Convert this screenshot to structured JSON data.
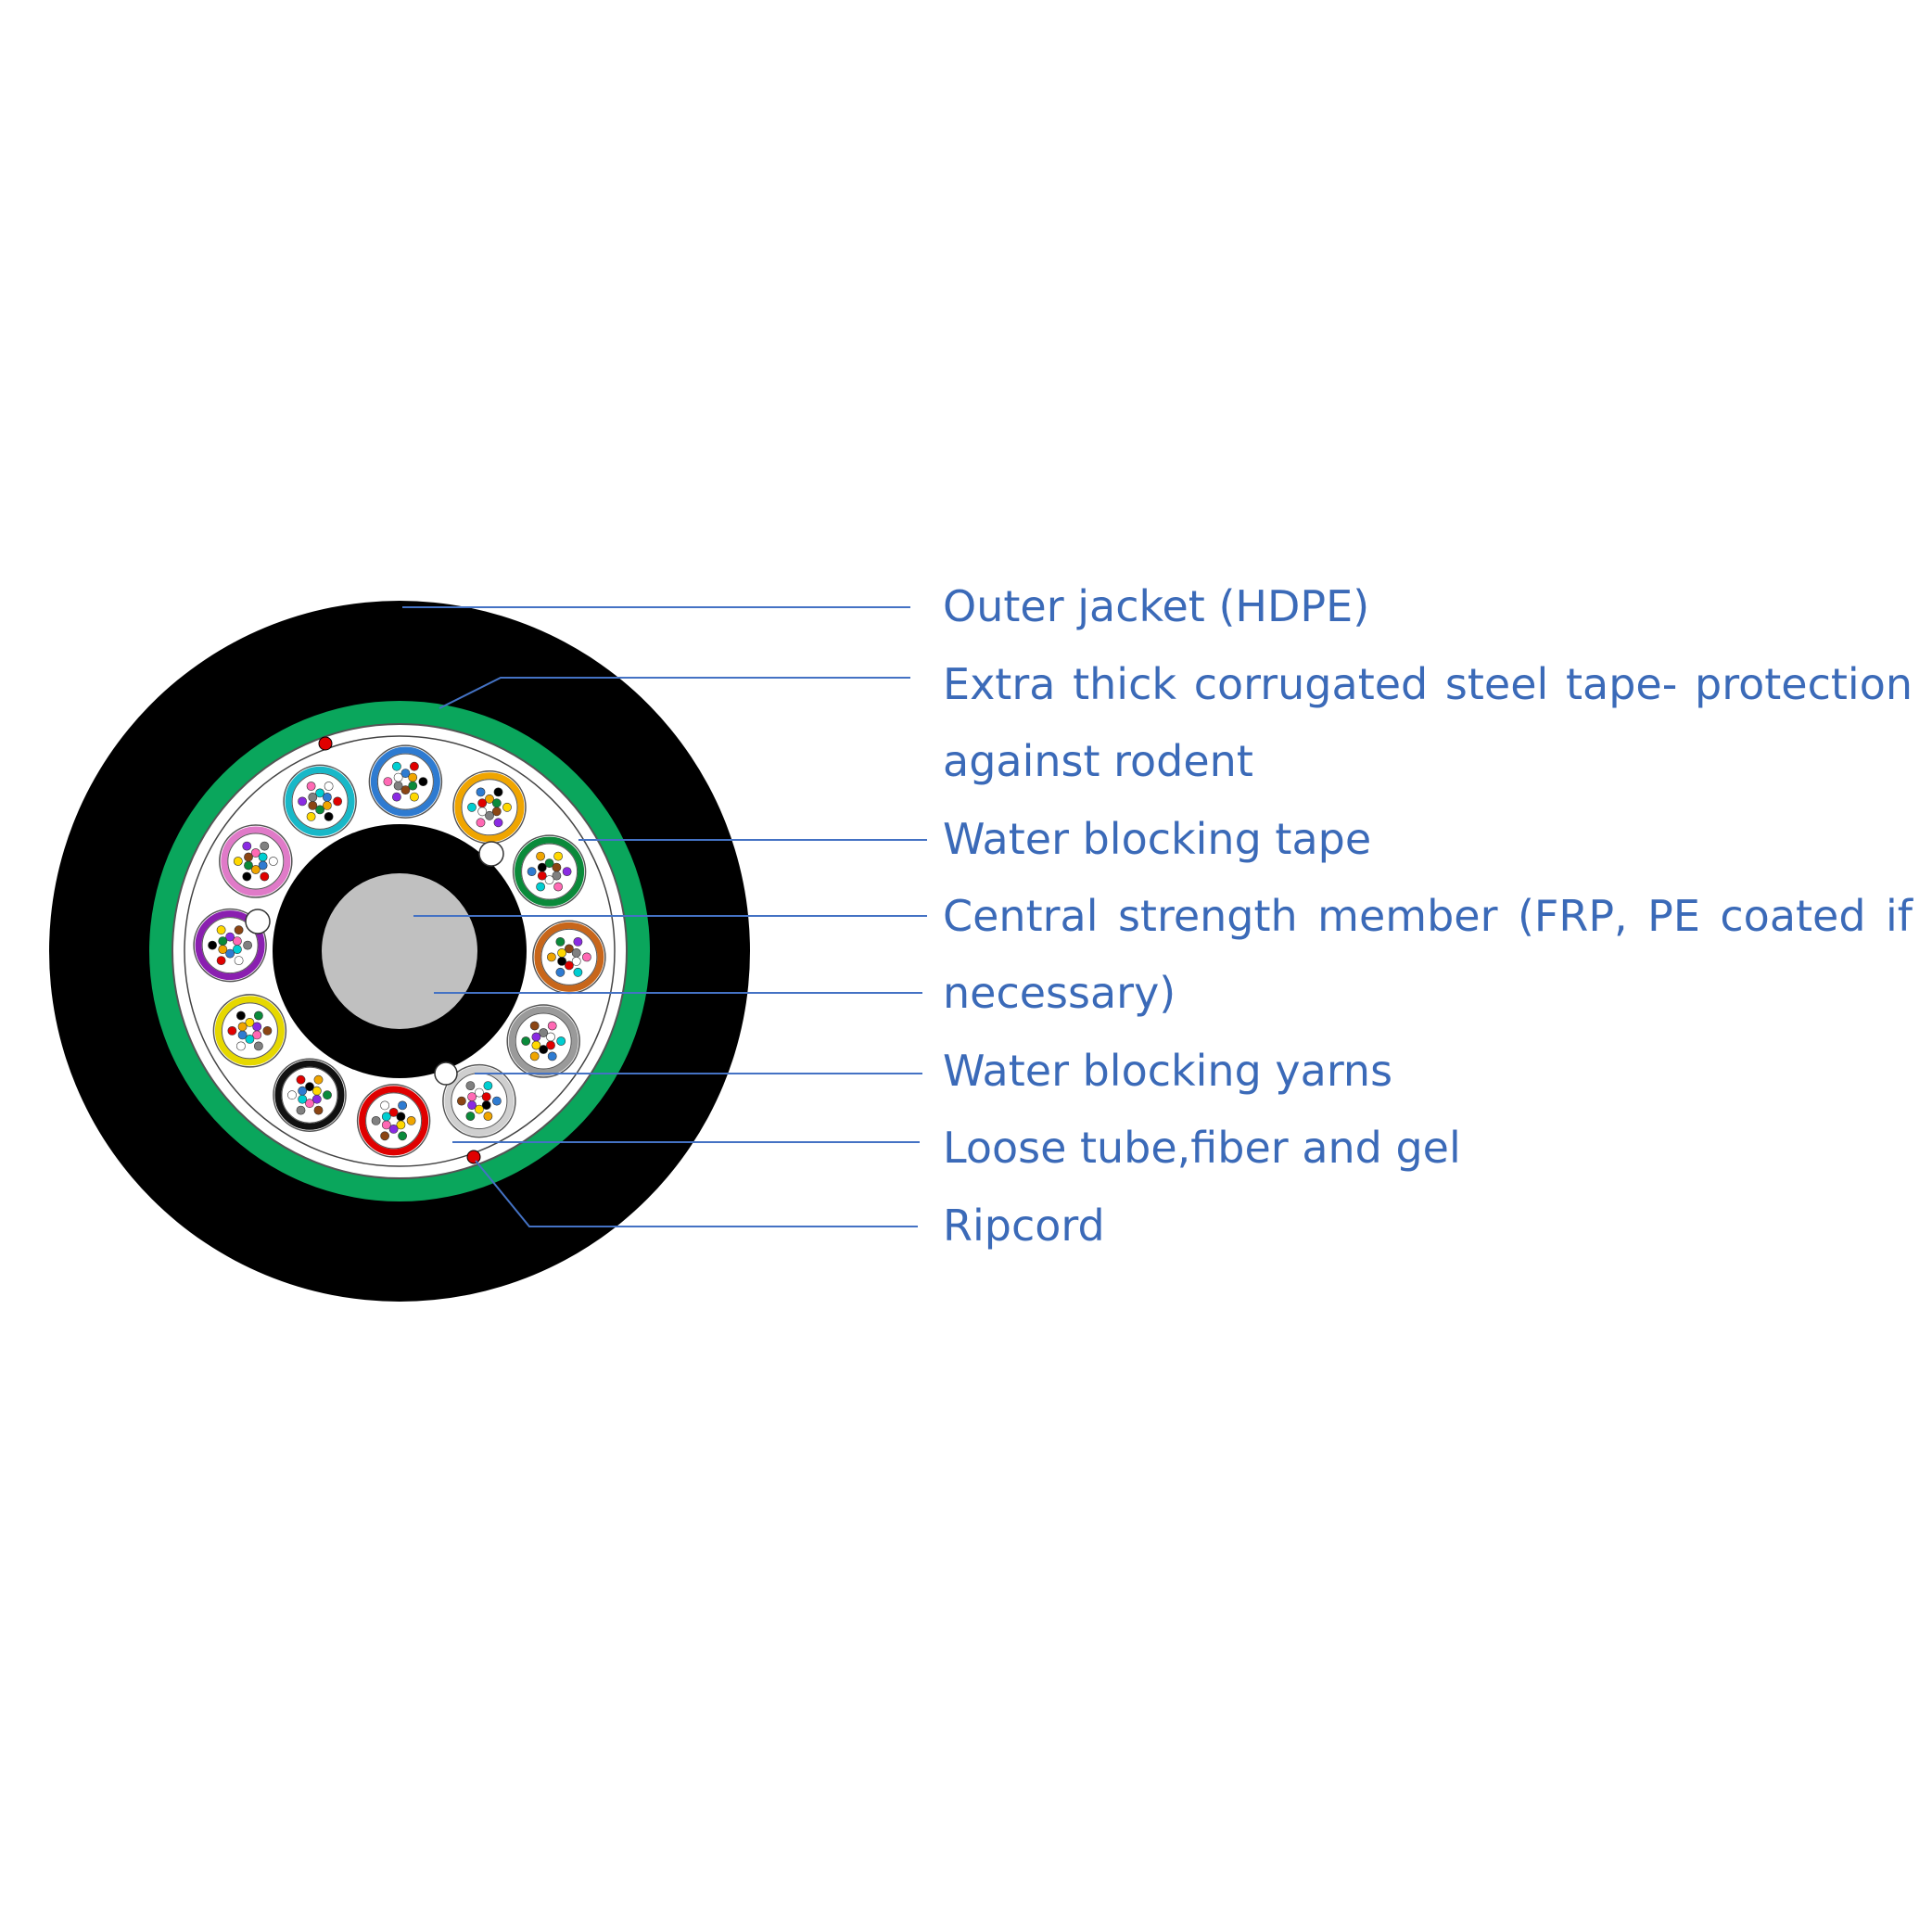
{
  "labels": {
    "outer_jacket": "Outer jacket (HDPE)",
    "steel_tape": "Extra thick corrugated steel tape- protection against rodent",
    "water_blocking_tape": "Water blocking tape",
    "central_strength_member": "Central strength member (FRP, PE coated if necessary)",
    "water_blocking_yarns": "Water blocking yarns",
    "loose_tube": "Loose tube,fiber and gel",
    "ripcord": "Ripcord"
  },
  "colors": {
    "label_text": "#3b6ab8",
    "leader_line": "#4472c4",
    "outer_jacket": "#000000",
    "steel_tape": "#0aa65c",
    "water_blocking_tape": "#ffffff",
    "central_strength_member": "#c0c0c0",
    "ripcord": "#e00000",
    "filler": "#ffffff"
  },
  "loose_tube_colors": [
    "#2e7bd1",
    "#f0a500",
    "#0a8a3a",
    "#c8661a",
    "#9a9a9a",
    "#cfcfcf",
    "#e00000",
    "#111111",
    "#e6d800",
    "#8a1fb0",
    "#e07ac8",
    "#18b8c8"
  ],
  "fiber_colors": [
    "#2e7bd1",
    "#f0a500",
    "#0a8a3a",
    "#8b4513",
    "#808080",
    "#ffffff",
    "#e00000",
    "#000000",
    "#ffd800",
    "#8a2be2",
    "#ff69b4",
    "#00ced1"
  ]
}
